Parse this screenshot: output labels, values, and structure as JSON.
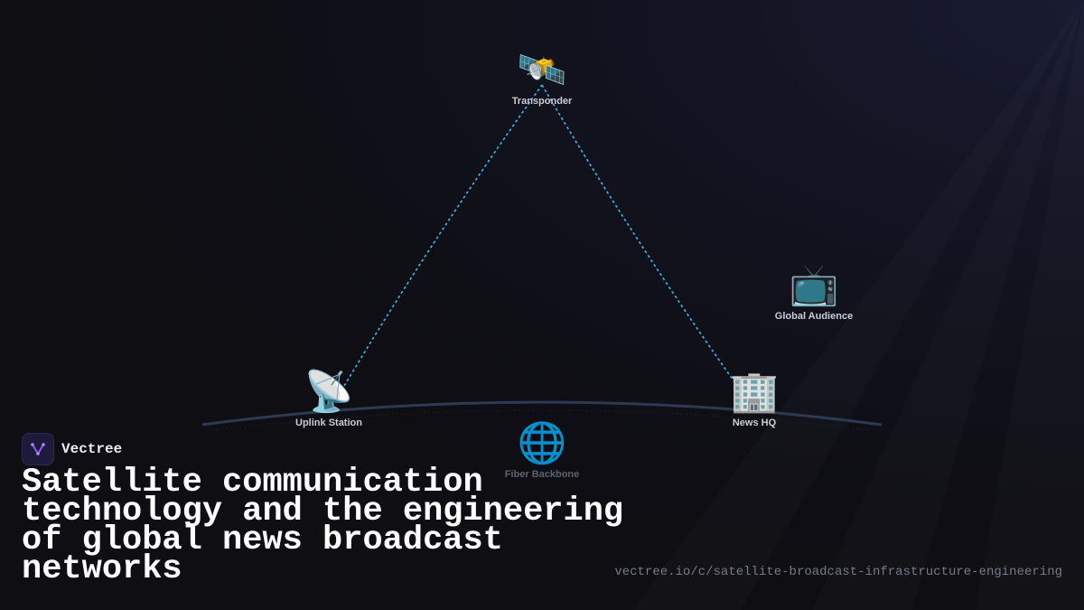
{
  "diagram": {
    "nodes": [
      {
        "id": "transponder",
        "label": "Transponder",
        "icon": "satellite-icon",
        "glyph": "🛰️"
      },
      {
        "id": "uplink",
        "label": "Uplink Station",
        "icon": "satellite-dish-icon",
        "glyph": "📡"
      },
      {
        "id": "news-hq",
        "label": "News HQ",
        "icon": "office-building-icon",
        "glyph": "🏢"
      },
      {
        "id": "audience",
        "label": "Global Audience",
        "icon": "television-icon",
        "glyph": "📺"
      },
      {
        "id": "fiber",
        "label": "Fiber Backbone",
        "icon": "globe-icon",
        "glyph": "🌐"
      }
    ],
    "links": [
      {
        "from": "uplink",
        "to": "transponder",
        "style": "dotted"
      },
      {
        "from": "transponder",
        "to": "news-hq",
        "style": "dotted"
      }
    ],
    "link_color": "#3fb6ea",
    "horizon_color": "#2e3a52"
  },
  "brand": {
    "name": "Vectree",
    "logo_icon": "vectree-logo-icon",
    "accent": "#8b5cf6"
  },
  "headline": "Satellite communication technology and the engineering of global news broadcast networks",
  "url": "vectree.io/c/satellite-broadcast-infrastructure-engineering"
}
